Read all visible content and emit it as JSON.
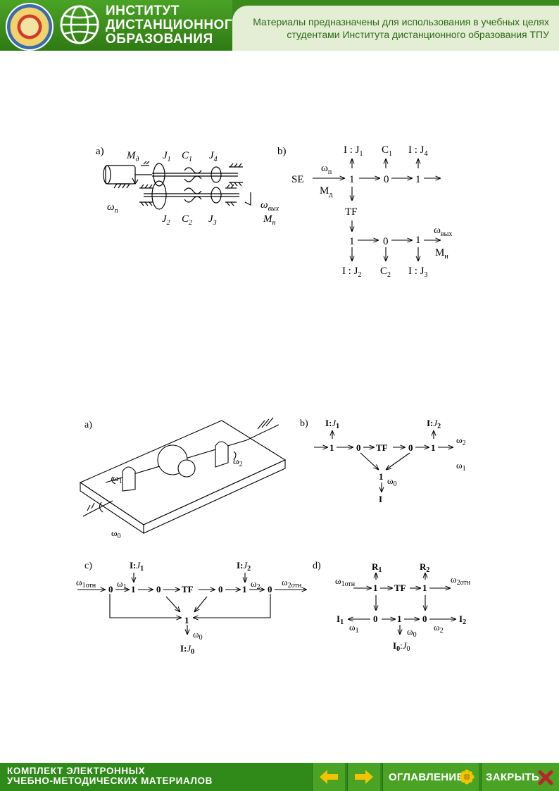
{
  "header": {
    "institute_title_line1": "ИНСТИТУТ",
    "institute_title_line2": "ДИСТАНЦИОННОГО",
    "institute_title_line3": "ОБРАЗОВАНИЯ",
    "note_line1": "Материалы предназначены для использования в учебных целях",
    "note_line2": "студентами Института дистанционного образования ТПУ"
  },
  "figure1": {
    "a": {
      "label": "a)",
      "M_d": "M",
      "M_d_sub": "д",
      "J1": "J",
      "J1_sub": "1",
      "C1": "C",
      "C1_sub": "1",
      "J4": "J",
      "J4_sub": "4",
      "omega_p": "ω",
      "omega_p_sub": "п",
      "J2": "J",
      "J2_sub": "2",
      "C2": "C",
      "C2_sub": "2",
      "J3": "J",
      "J3_sub": "3",
      "omega_out": "ω",
      "omega_out_sub": "вых",
      "M_n": "M",
      "M_n_sub": "н"
    },
    "b": {
      "label": "b)",
      "I_J1": "I : J",
      "I_J1_sub": "1",
      "C1": "C",
      "C1_sub": "1",
      "I_J4": "I : J",
      "I_J4_sub": "4",
      "SE": "SE",
      "omega_p": "ω",
      "omega_p_sub": "п",
      "M_d": "M",
      "M_d_sub": "д",
      "one": "1",
      "zero": "0",
      "TF": "TF",
      "omega_out": "ω",
      "omega_out_sub": "вых",
      "M_n": "M",
      "M_n_sub": "н",
      "I_J2": "I : J",
      "I_J2_sub": "2",
      "C2": "C",
      "C2_sub": "2",
      "I_J3": "I : J",
      "I_J3_sub": "3"
    }
  },
  "figure2": {
    "a": {
      "label": "a)",
      "omega": "ω",
      "sub1": "1",
      "sub2": "2",
      "sub0": "0"
    },
    "b": {
      "label": "b)",
      "I_J1": "I:",
      "J": "J",
      "sub1": "1",
      "sub2": "2",
      "one": "1",
      "zero": "0",
      "TF": "TF",
      "omega": "ω",
      "sub0": "0",
      "I": "I"
    },
    "c": {
      "label": "c)",
      "I": "I:",
      "J": "J",
      "sub1": "1",
      "sub2": "2",
      "sub0": "0",
      "omega": "ω",
      "sub1otn": "1отн",
      "sub2otn": "2отн",
      "one": "1",
      "zero": "0",
      "TF": "TF"
    },
    "d": {
      "label": "d)",
      "R": "R",
      "sub1": "1",
      "sub2": "2",
      "sub0": "0",
      "omega": "ω",
      "sub1otn": "1отн",
      "sub2otn": "2отн",
      "I": "I",
      "I0": "I",
      "J": "J",
      "one": "1",
      "zero": "0",
      "TF": "TF"
    }
  },
  "footer": {
    "title_line1": "КОМПЛЕКТ ЭЛЕКТРОННЫХ",
    "title_line2": "УЧЕБНО-МЕТОДИЧЕСКИХ МАТЕРИАЛОВ",
    "toc_label": "ОГЛАВЛЕНИЕ",
    "close_label": "ЗАКРЫТЬ"
  },
  "colors": {
    "brand_green": "#3a8a1c",
    "light_green": "#e3eed5",
    "accent_yellow": "#f2c300",
    "close_red": "#c0202a"
  }
}
